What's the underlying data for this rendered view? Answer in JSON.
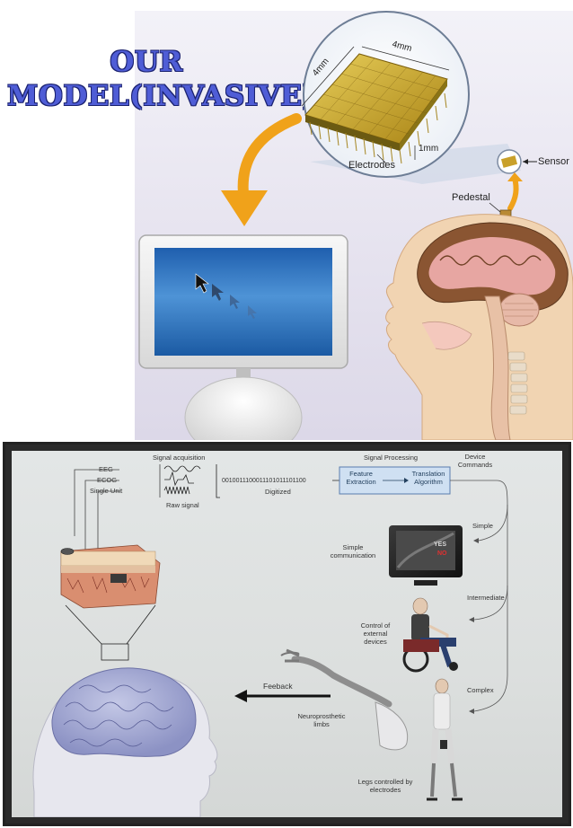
{
  "title": {
    "line1": "Our",
    "line2": "Model(Invasive)"
  },
  "array_diagram": {
    "dim_top": "4mm",
    "dim_left": "4mm",
    "dim_depth": "1mm",
    "electrodes_label": "Electrodes",
    "sensor_label": "Sensor",
    "pedestal_label": "Pedestal"
  },
  "signal_flow": {
    "signal_acquisition": "Signal acquisition",
    "signal_processing": "Signal Processing",
    "device_commands": "Device Commands",
    "eeg": "EEG",
    "ecog": "ECOG",
    "single_unit": "Single Unit",
    "raw_signal": "Raw signal",
    "digitized_bits": "0010011100011101011101100",
    "digitized": "Digitized",
    "feature_extraction": "Feature Extraction",
    "translation_algorithm": "Translation Algorithm",
    "simple": "Simple",
    "simple_communication": "Simple communication",
    "yes": "YES",
    "no": "NO",
    "intermediate": "Intermediate",
    "control_external_devices": "Control of external devices",
    "complex": "Complex",
    "feedback": "Feeback",
    "neuroprosthetic_limbs": "Neuroprosthetic limbs",
    "legs_controlled": "Legs controlled by electrodes"
  },
  "colors": {
    "title": "#4f5dd6",
    "arrow_orange": "#f0a21a",
    "chip_gold": "#c9a02a",
    "screen_blue": "#2f6fb7",
    "brain_pink": "#e7a6a2",
    "skin": "#f1d4b2"
  }
}
